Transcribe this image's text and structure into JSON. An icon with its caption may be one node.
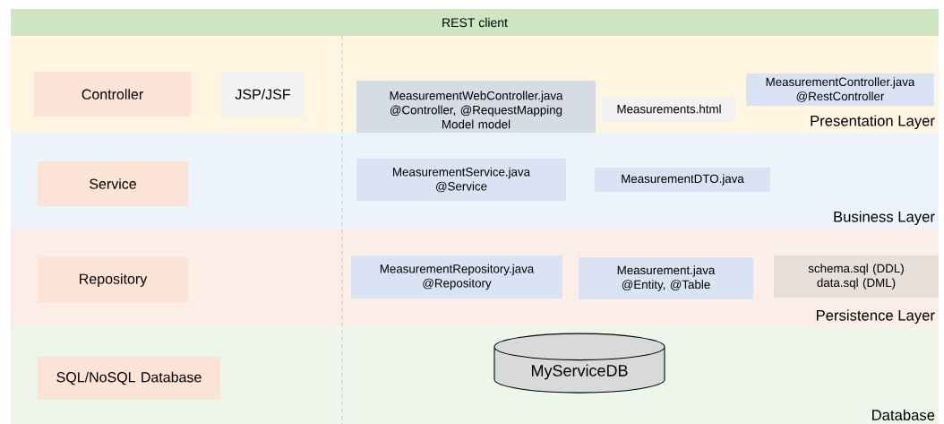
{
  "diagram": {
    "nodes": [
      {
        "text": [
          "REST client"
        ]
      },
      {
        "text": [
          "Presentation Layer"
        ]
      },
      {
        "text": [
          "Controller"
        ],
        "in": 1
      },
      {
        "text": [
          "JSP/JSF"
        ],
        "in": 1
      },
      {
        "text": [
          "MeasurementWebController.java @Controller, @RequestMapping Model model"
        ],
        "in": 1
      },
      {
        "text": [
          "Measurements.html"
        ],
        "in": 1
      },
      {
        "text": [
          "MeasurementController.java @RestController"
        ],
        "in": 1
      },
      {
        "text": [
          "Business Layer"
        ]
      },
      {
        "text": [
          "Service"
        ],
        "in": 7
      },
      {
        "text": [
          "MeasurementService.java @Service"
        ],
        "in": 7
      },
      {
        "text": [
          "MeasurementDTO.java"
        ],
        "in": 7
      },
      {
        "text": [
          "Persistence Layer"
        ]
      },
      {
        "text": [
          "Repository"
        ],
        "in": 11
      },
      {
        "text": [
          "MeasurementRepository.java @Repository"
        ],
        "in": 11
      },
      {
        "text": [
          "Measurement.java @Entity, @Table"
        ],
        "in": 11
      },
      {
        "text": [
          "schema.sql (DDL) data.sql (DML)"
        ],
        "in": 11
      },
      {
        "text": [
          "Database"
        ]
      },
      {
        "text": [
          "SQL/NoSQL Database"
        ],
        "in": 16
      },
      {
        "text": [
          "MyServiceDB"
        ],
        "in": 16
      }
    ]
  }
}
